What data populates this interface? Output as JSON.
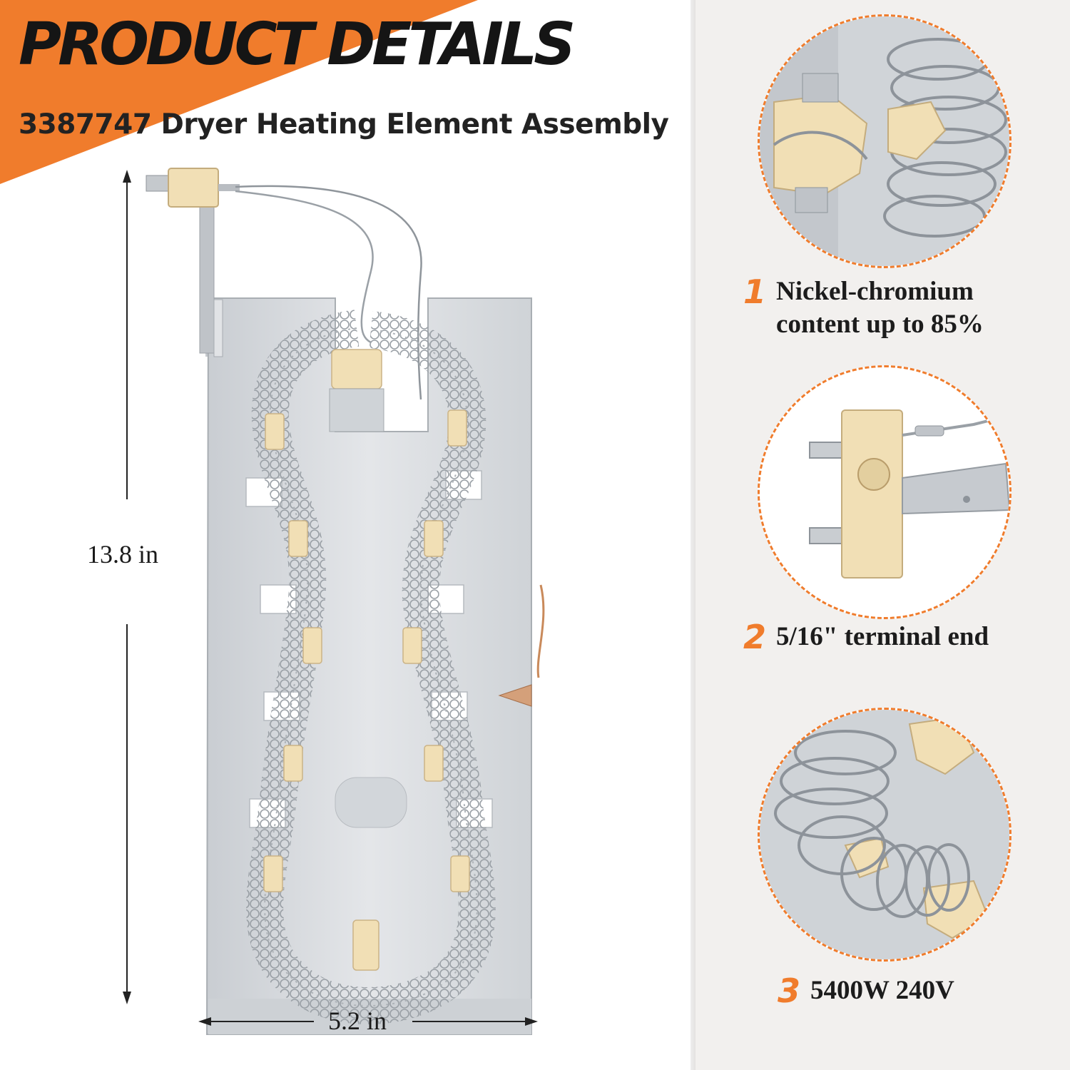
{
  "header": {
    "title": "PRODUCT DETAILS",
    "subtitle": "3387747 Dryer Heating Element Assembly"
  },
  "dimensions": {
    "height_label": "13.8 in",
    "width_label": "5.2 in"
  },
  "features": [
    {
      "number": "1",
      "line1": "Nickel-chromium",
      "line2": "content up to 85%"
    },
    {
      "number": "2",
      "line1": "5/16\" terminal end"
    },
    {
      "number": "3",
      "line1": "5400W 240V"
    }
  ],
  "colors": {
    "accent": "#f07c2c",
    "title": "#151515",
    "metal": "#d9dcdf",
    "ceramic": "#f1dfb5",
    "background_right": "#f2f0ee"
  },
  "icons": [
    "heating-element-photo",
    "terminal-coil-closeup-icon",
    "terminal-block-closeup-icon",
    "coil-spring-closeup-icon"
  ]
}
